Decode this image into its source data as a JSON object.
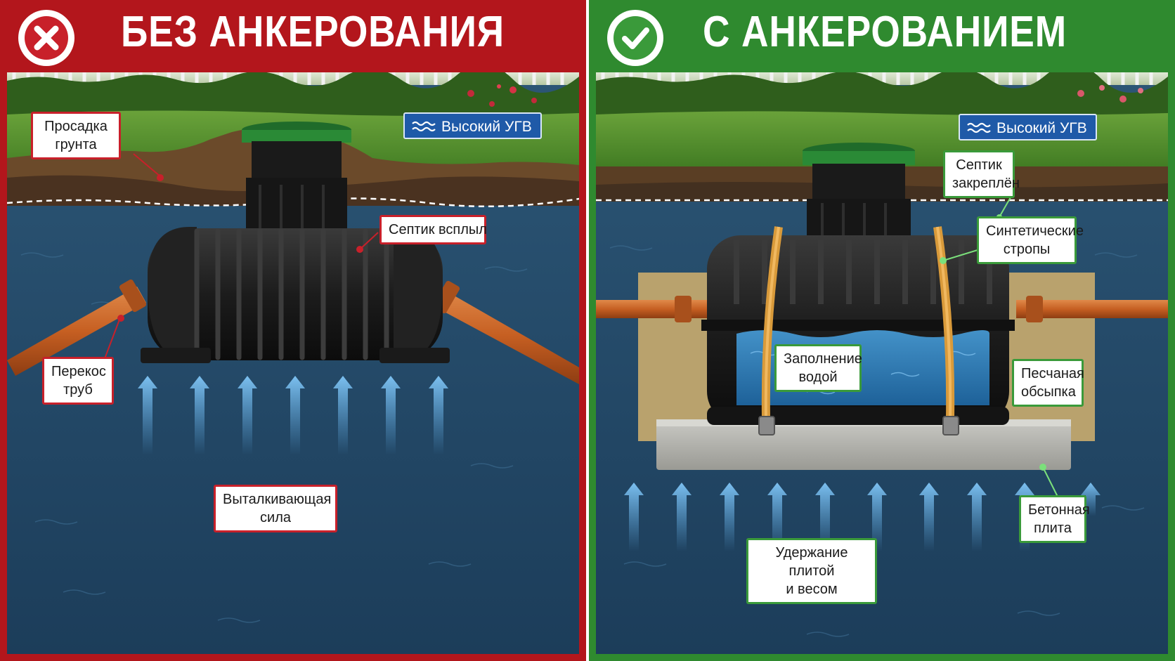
{
  "left": {
    "title": "БЕЗ АНКЕРОВАНИЯ",
    "status_icon": "cross-icon",
    "accent": "#b3161c",
    "badge": "Высокий УГВ",
    "labels": {
      "subsidence": "Просадка\nгрунта",
      "floated": "Септик всплыл",
      "pipe_skew": "Перекос\nтруб",
      "buoyancy": "Выталкивающая\nсила"
    }
  },
  "right": {
    "title": "С АНКЕРОВАНИЕМ",
    "status_icon": "check-icon",
    "accent": "#2f8a2f",
    "badge": "Высокий УГВ",
    "labels": {
      "fixed": "Септик\nзакреплён",
      "straps": "Синтетические\nстропы",
      "water_fill": "Заполнение\nводой",
      "sand": "Песчаная\nобсыпка",
      "slab": "Бетонная\nплита",
      "hold": "Удержание плитой\nи весом"
    }
  }
}
